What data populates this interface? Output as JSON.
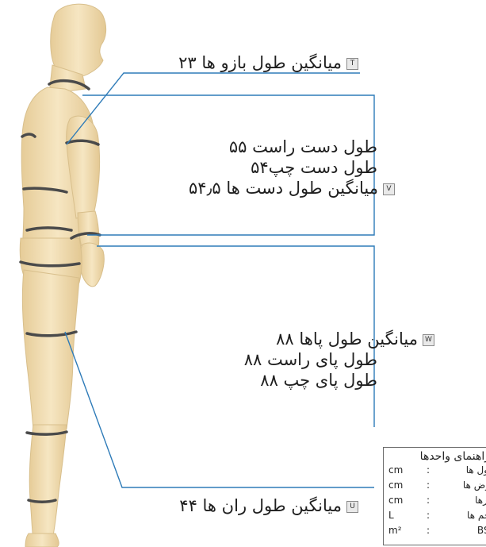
{
  "labels": {
    "T": {
      "tag": "T",
      "text": "میانگین طول بازو ها ۲۳"
    },
    "V": {
      "tag": "V",
      "lines": [
        "طول دست راست ۵۵",
        "طول دست چپ۵۴",
        "میانگین طول دست ها ۵۴٫۵"
      ]
    },
    "W": {
      "tag": "W",
      "lines": [
        "میانگین طول پاها ۸۸",
        "طول پای راست ۸۸",
        "طول پای چپ ۸۸"
      ]
    },
    "U": {
      "tag": "U",
      "text": "میانگین طول ران ها ۴۴"
    }
  },
  "legend": {
    "title": "راهنمای واحدها",
    "rows": [
      {
        "name": "طول ها",
        "colon": ":",
        "unit": "cm"
      },
      {
        "name": "عرض ها",
        "colon": ":",
        "unit": "cm"
      },
      {
        "name": "دورها",
        "colon": ":",
        "unit": "cm"
      },
      {
        "name": "حجم ها",
        "colon": ":",
        "unit": "L"
      },
      {
        "name": "BSA",
        "colon": ":",
        "unit": "m²"
      }
    ]
  },
  "colors": {
    "leader": "#2e7bb8",
    "band": "#4a4a4a",
    "skin": "#f1dfb6"
  }
}
